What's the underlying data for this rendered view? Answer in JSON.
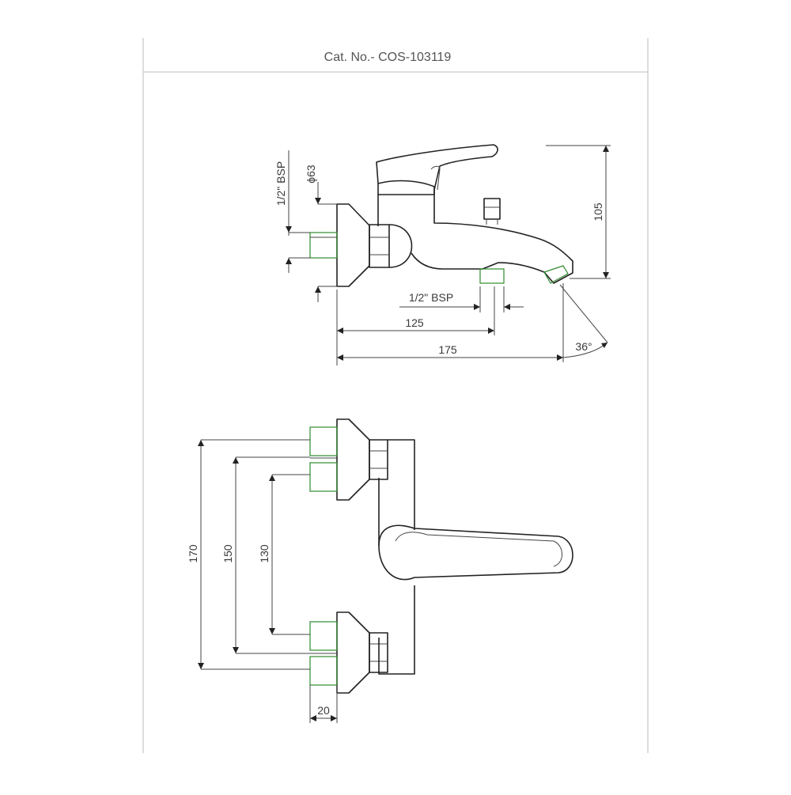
{
  "sheet": {
    "catalog_label": "Cat. No.- COS-103119"
  },
  "side_view": {
    "thread_label_left": "1/2\" BSP",
    "diameter_label": "ϕ63",
    "thread_label_bottom": "1/2\" BSP",
    "dim_125": "125",
    "dim_175": "175",
    "dim_105": "105",
    "angle_label": "36°"
  },
  "front_view": {
    "dim_170": "170",
    "dim_150": "150",
    "dim_130": "130",
    "dim_20": "20"
  },
  "colors": {
    "outline": "#222222",
    "inlet_accent": "#2e8b2e",
    "frame": "#bdbdbd"
  }
}
